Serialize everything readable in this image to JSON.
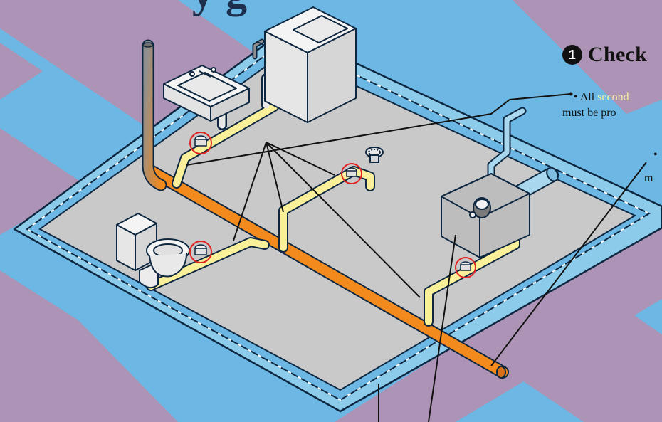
{
  "title_fragment": "y g",
  "section": {
    "number": "1",
    "heading": "Check"
  },
  "notes": {
    "line1_prefix": "• All ",
    "line1_highlight": "second",
    "line2": "must be pro",
    "line3": "•",
    "line4": "m"
  },
  "colors": {
    "background": "#6cb7e3",
    "grid_band": "#ad93b5",
    "slab": "#c9c9ca",
    "membrane": "#8dcbeb",
    "main_drain": "#f28a1e",
    "secondary_pipe": "#fbf09a",
    "vent_pipe": "#8f8f8f",
    "supply_pipe": "#a9d8ee",
    "marker": "#e02320"
  }
}
